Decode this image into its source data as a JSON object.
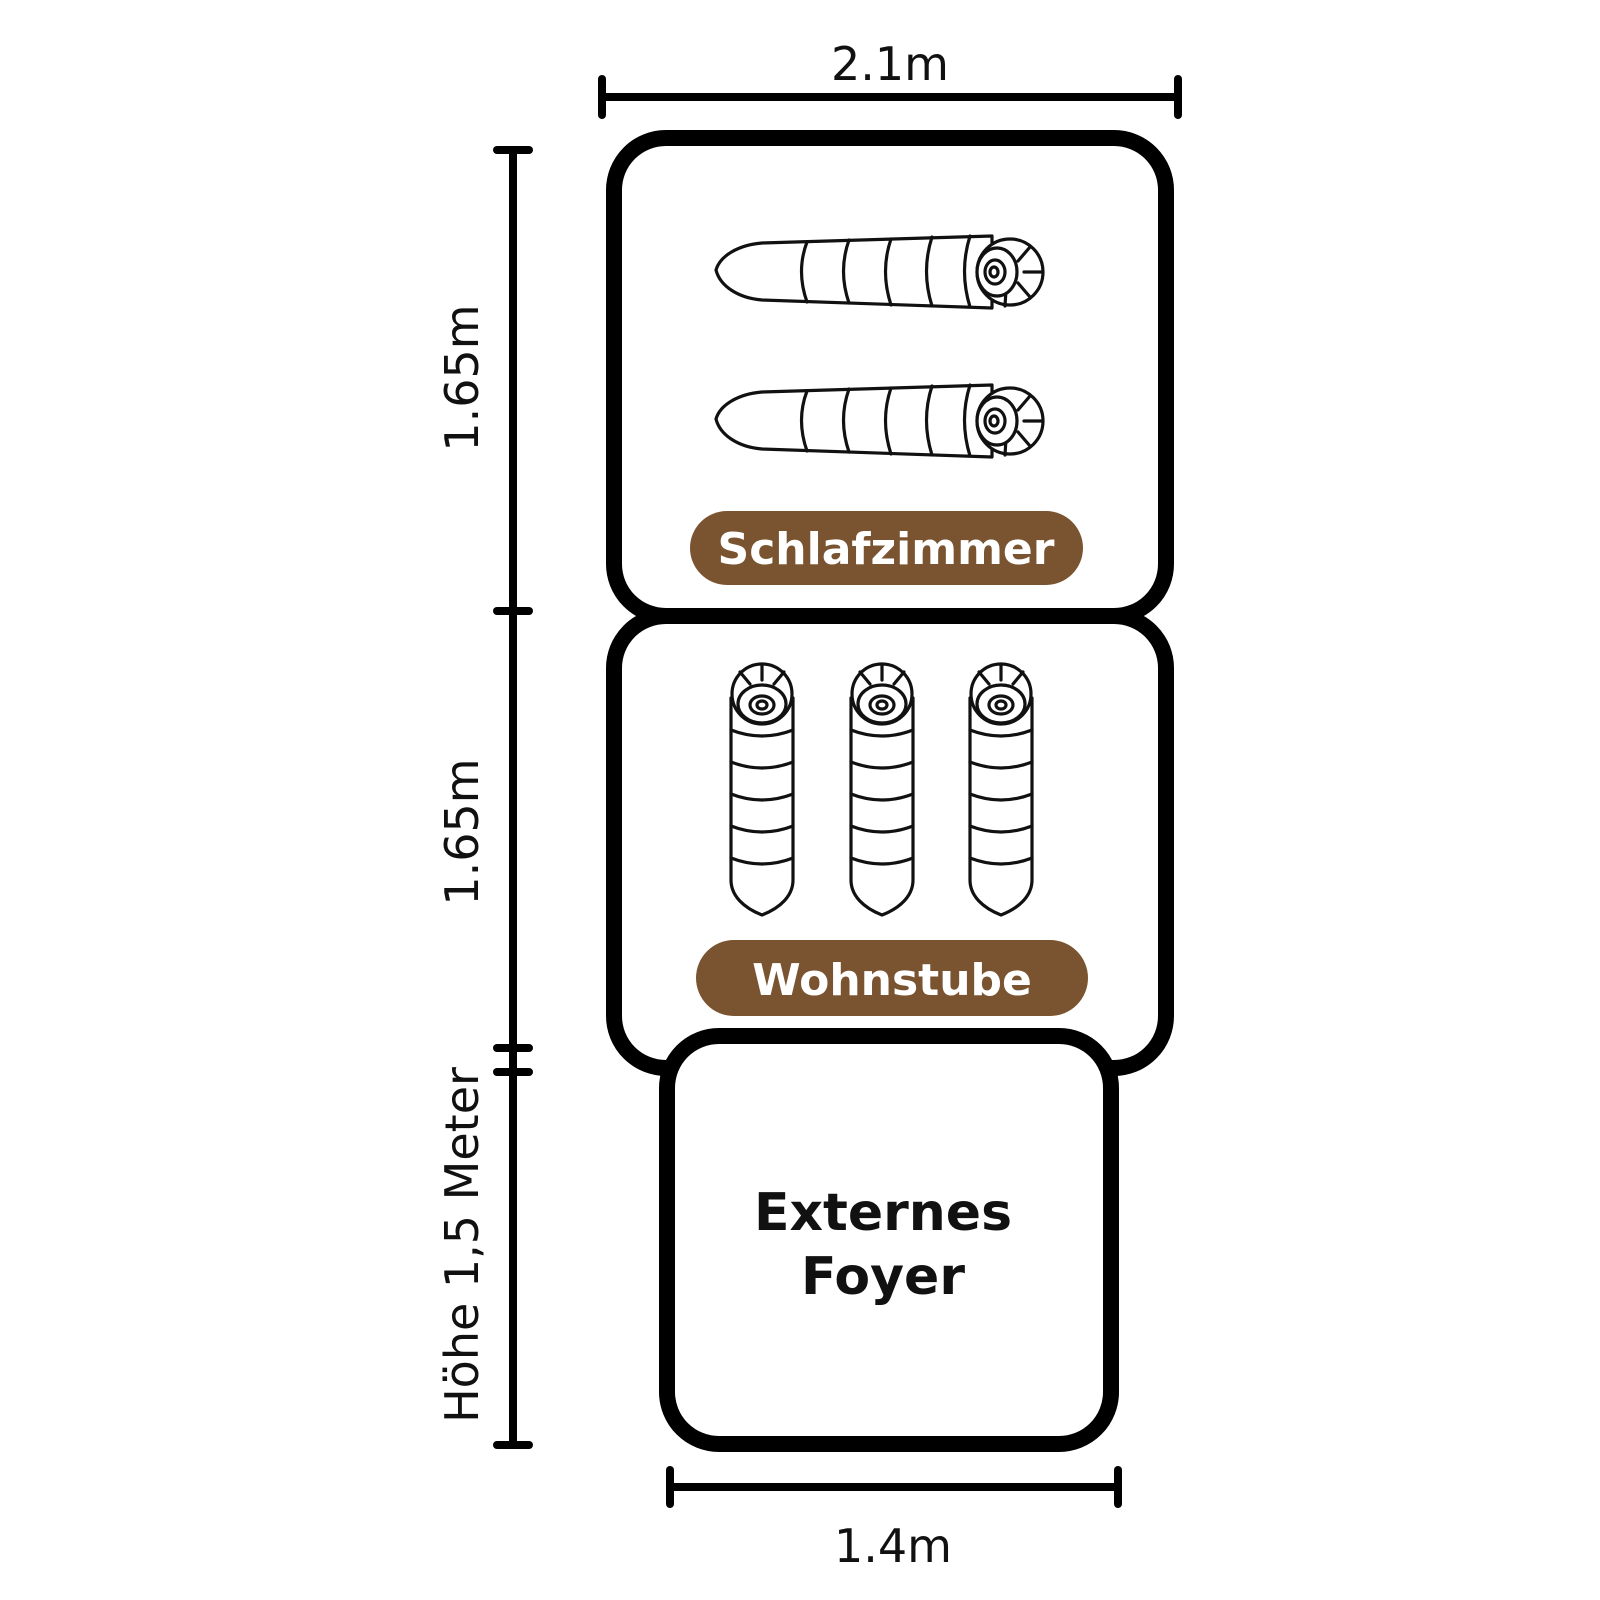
{
  "dimensions": {
    "top_width": "2.1m",
    "bottom_width": "1.4m",
    "bedroom_depth": "1.65m",
    "living_depth": "1.65m",
    "height": "Höhe 1,5 Meter"
  },
  "rooms": {
    "bedroom": {
      "label": "Schlafzimmer",
      "sleeping_bags": 2
    },
    "living": {
      "label": "Wohnstube",
      "sleeping_bags": 3
    },
    "foyer": {
      "line1": "Externes",
      "line2": "Foyer"
    }
  },
  "colors": {
    "badge": "#7a5430",
    "outline": "#000000",
    "badge_text": "#ffffff"
  },
  "icons": [
    "sleeping-bag-icon"
  ]
}
